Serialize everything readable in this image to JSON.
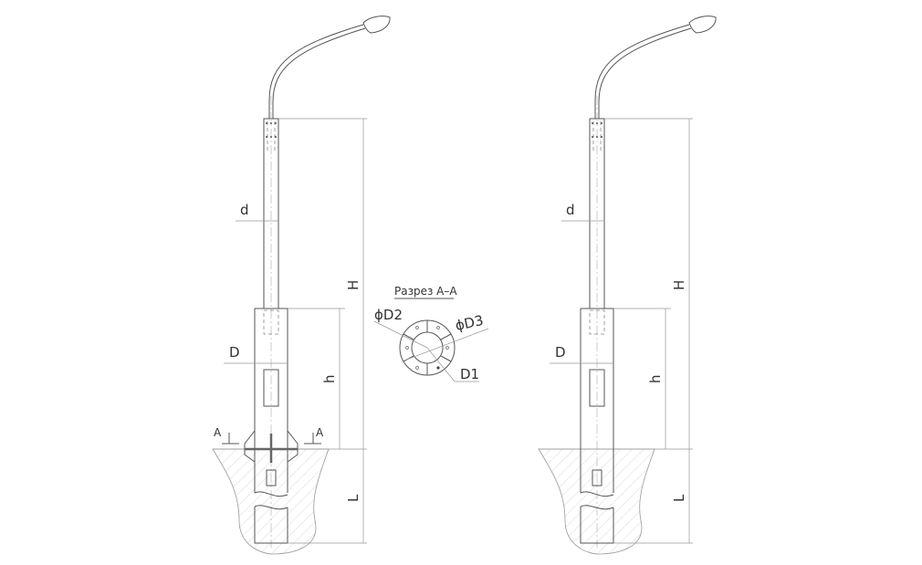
{
  "drawing": {
    "poles": [
      {
        "d": "d",
        "D": "D",
        "H": "H",
        "h": "h",
        "L": "L",
        "section_left": "A",
        "section_right": "A"
      },
      {
        "d": "d",
        "D": "D",
        "H": "H",
        "h": "h",
        "L": "L"
      }
    ],
    "section": {
      "title": "Разрез А–А",
      "d2": "ϕD2",
      "d3": "ϕD3",
      "d1": "D1"
    }
  }
}
